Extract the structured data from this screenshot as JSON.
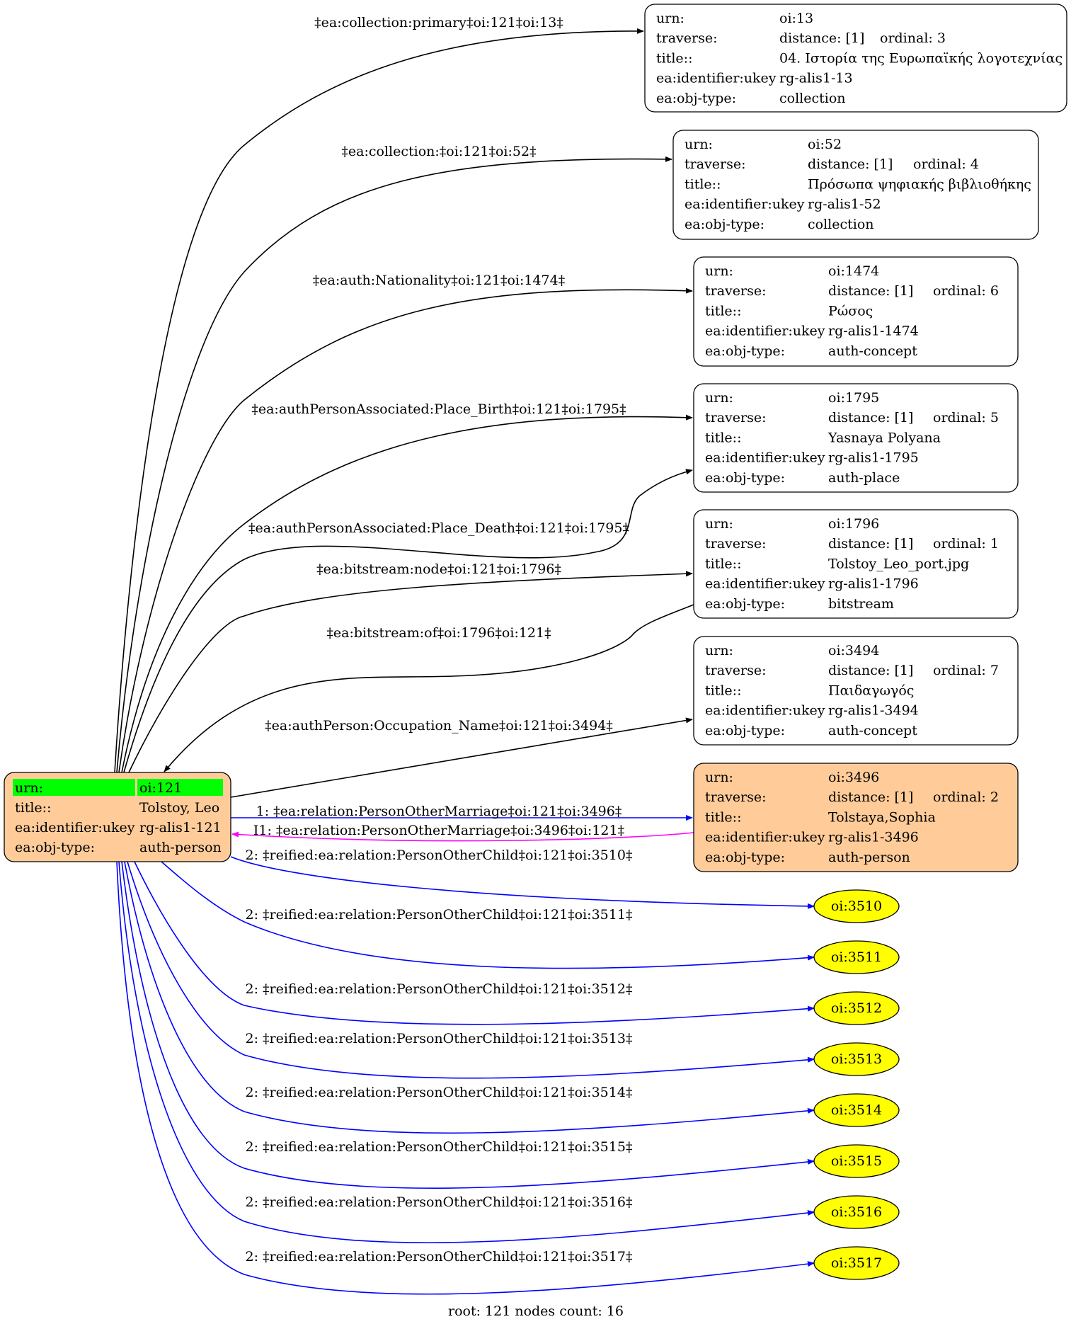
{
  "colors": {
    "black_edge": "#000000",
    "child_edge": "#0000ff",
    "inverse_edge": "#ff00ff",
    "root_fill": "#ffcc99",
    "root_header": "#00ff00",
    "child_fill": "#ffff00"
  },
  "root": {
    "rows": [
      [
        "urn:",
        "oi:121"
      ],
      [
        "title::",
        "Tolstoy, Leo"
      ],
      [
        "ea:identifier:ukey",
        "rg-alis1-121"
      ],
      [
        "ea:obj-type:",
        "auth-person"
      ]
    ]
  },
  "records": [
    {
      "id": "oi13",
      "rows": [
        [
          "urn:",
          "oi:13"
        ],
        [
          "traverse:",
          "distance: [1]",
          "ordinal: 3"
        ],
        [
          "title::",
          "04. Ιστορία της Ευρωπαϊκής λογοτεχνίας"
        ],
        [
          "ea:identifier:ukey",
          "rg-alis1-13"
        ],
        [
          "ea:obj-type:",
          "collection"
        ]
      ]
    },
    {
      "id": "oi52",
      "rows": [
        [
          "urn:",
          "oi:52"
        ],
        [
          "traverse:",
          "distance: [1]",
          "ordinal: 4"
        ],
        [
          "title::",
          "Πρόσωπα ψηφιακής βιβλιοθήκης"
        ],
        [
          "ea:identifier:ukey",
          "rg-alis1-52"
        ],
        [
          "ea:obj-type:",
          "collection"
        ]
      ]
    },
    {
      "id": "oi1474",
      "rows": [
        [
          "urn:",
          "oi:1474"
        ],
        [
          "traverse:",
          "distance: [1]",
          "ordinal: 6"
        ],
        [
          "title::",
          "Ρώσος"
        ],
        [
          "ea:identifier:ukey",
          "rg-alis1-1474"
        ],
        [
          "ea:obj-type:",
          "auth-concept"
        ]
      ]
    },
    {
      "id": "oi1795",
      "rows": [
        [
          "urn:",
          "oi:1795"
        ],
        [
          "traverse:",
          "distance: [1]",
          "ordinal: 5"
        ],
        [
          "title::",
          "Yasnaya Polyana"
        ],
        [
          "ea:identifier:ukey",
          "rg-alis1-1795"
        ],
        [
          "ea:obj-type:",
          "auth-place"
        ]
      ]
    },
    {
      "id": "oi1796",
      "rows": [
        [
          "urn:",
          "oi:1796"
        ],
        [
          "traverse:",
          "distance: [1]",
          "ordinal: 1"
        ],
        [
          "title::",
          "Tolstoy_Leo_port.jpg"
        ],
        [
          "ea:identifier:ukey",
          "rg-alis1-1796"
        ],
        [
          "ea:obj-type:",
          "bitstream"
        ]
      ]
    },
    {
      "id": "oi3494",
      "rows": [
        [
          "urn:",
          "oi:3494"
        ],
        [
          "traverse:",
          "distance: [1]",
          "ordinal: 7"
        ],
        [
          "title::",
          "Παιδαγωγός"
        ],
        [
          "ea:identifier:ukey",
          "rg-alis1-3494"
        ],
        [
          "ea:obj-type:",
          "auth-concept"
        ]
      ]
    },
    {
      "id": "oi3496",
      "highlight": true,
      "rows": [
        [
          "urn:",
          "oi:3496"
        ],
        [
          "traverse:",
          "distance: [1]",
          "ordinal: 2"
        ],
        [
          "title::",
          "Tolstaya,Sophia"
        ],
        [
          "ea:identifier:ukey",
          "rg-alis1-3496"
        ],
        [
          "ea:obj-type:",
          "auth-person"
        ]
      ]
    }
  ],
  "children": [
    "oi:3510",
    "oi:3511",
    "oi:3512",
    "oi:3513",
    "oi:3514",
    "oi:3515",
    "oi:3516",
    "oi:3517"
  ],
  "edge_labels": [
    "‡ea:collection:primary‡oi:121‡oi:13‡",
    "‡ea:collection:‡oi:121‡oi:52‡",
    "‡ea:auth:Nationality‡oi:121‡oi:1474‡",
    "‡ea:authPersonAssociated:Place_Birth‡oi:121‡oi:1795‡",
    "‡ea:authPersonAssociated:Place_Death‡oi:121‡oi:1795‡",
    "‡ea:bitstream:node‡oi:121‡oi:1796‡",
    "‡ea:bitstream:of‡oi:1796‡oi:121‡",
    "‡ea:authPerson:Occupation_Name‡oi:121‡oi:3494‡",
    "1: ‡ea:relation:PersonOtherMarriage‡oi:121‡oi:3496‡",
    "I1: ‡ea:relation:PersonOtherMarriage‡oi:3496‡oi:121‡",
    "2: ‡reified:ea:relation:PersonOtherChild‡oi:121‡oi:3510‡",
    "2: ‡reified:ea:relation:PersonOtherChild‡oi:121‡oi:3511‡",
    "2: ‡reified:ea:relation:PersonOtherChild‡oi:121‡oi:3512‡",
    "2: ‡reified:ea:relation:PersonOtherChild‡oi:121‡oi:3513‡",
    "2: ‡reified:ea:relation:PersonOtherChild‡oi:121‡oi:3514‡",
    "2: ‡reified:ea:relation:PersonOtherChild‡oi:121‡oi:3515‡",
    "2: ‡reified:ea:relation:PersonOtherChild‡oi:121‡oi:3516‡",
    "2: ‡reified:ea:relation:PersonOtherChild‡oi:121‡oi:3517‡"
  ],
  "footer": "root: 121 nodes count: 16"
}
